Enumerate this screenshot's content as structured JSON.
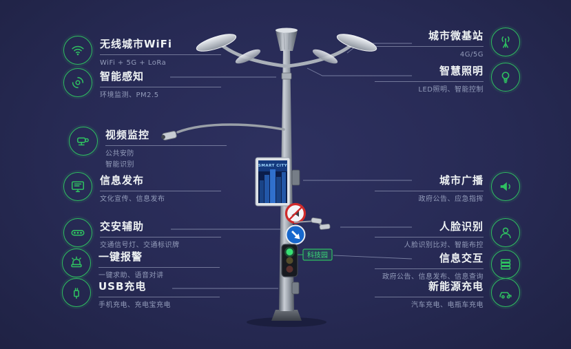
{
  "colors": {
    "background": "#272a54",
    "accent_green": "#2fc061",
    "title_text": "#eff3f4",
    "subtitle_text": "#939cba",
    "sign_blue": "#1767cc",
    "sign_red": "#cf2b2b"
  },
  "pole": {
    "screen_title": "SMART CITY",
    "tag_label": "科技园"
  },
  "left_features": [
    {
      "icon": "wifi-icon",
      "title": "无线城市WiFi",
      "subtitle": "WiFi + 5G + LoRa"
    },
    {
      "icon": "smart-sensing-icon",
      "title": "智能感知",
      "subtitle": "环境监测、PM2.5"
    },
    {
      "icon": "cctv-camera-icon",
      "title": "视频监控",
      "subtitle": "公共安防\n智能识别"
    },
    {
      "icon": "info-screen-icon",
      "title": "信息发布",
      "subtitle": "文化宣传、信息发布"
    },
    {
      "icon": "traffic-signal-icon",
      "title": "交安辅助",
      "subtitle": "交通信号灯、交通标识牌"
    },
    {
      "icon": "alarm-icon",
      "title": "一键报警",
      "subtitle": "一键求助、语音对讲"
    },
    {
      "icon": "usb-charge-icon",
      "title": "USB充电",
      "subtitle": "手机充电、充电宝充电"
    }
  ],
  "right_features": [
    {
      "icon": "base-station-icon",
      "title": "城市微基站",
      "subtitle": "4G/5G"
    },
    {
      "icon": "smart-lighting-icon",
      "title": "智慧照明",
      "subtitle": "LED照明、智能控制"
    },
    {
      "icon": "broadcast-icon",
      "title": "城市广播",
      "subtitle": "政府公告、应急指挥"
    },
    {
      "icon": "face-recognition-icon",
      "title": "人脸识别",
      "subtitle": "人脸识别比对、智能布控"
    },
    {
      "icon": "info-interaction-icon",
      "title": "信息交互",
      "subtitle": "政府公告、信息发布、信息查询"
    },
    {
      "icon": "ev-charging-icon",
      "title": "新能源充电",
      "subtitle": "汽车充电、电瓶车充电"
    }
  ]
}
